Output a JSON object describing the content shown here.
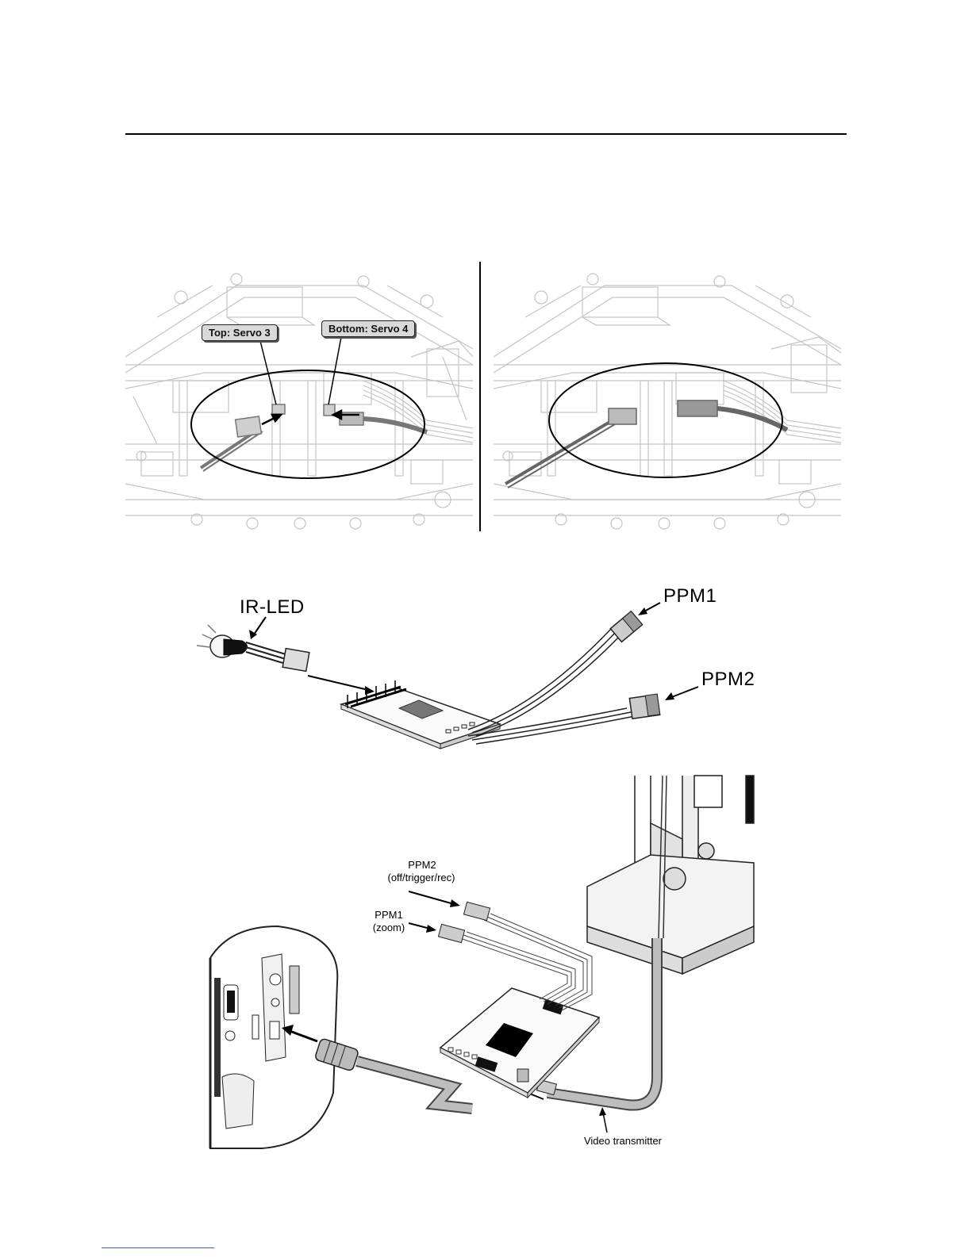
{
  "figure1": {
    "callout_top": "Top: Servo 3",
    "callout_bottom": "Bottom: Servo 4"
  },
  "figure2": {
    "ir_led_label": "IR-LED",
    "ppm1_label": "PPM1",
    "ppm2_label": "PPM2"
  },
  "figure3": {
    "ppm2_name": "PPM2",
    "ppm2_desc": "(off/trigger/rec)",
    "ppm1_name": "PPM1",
    "ppm1_desc": "(zoom)",
    "video_label": "Video transmitter"
  }
}
